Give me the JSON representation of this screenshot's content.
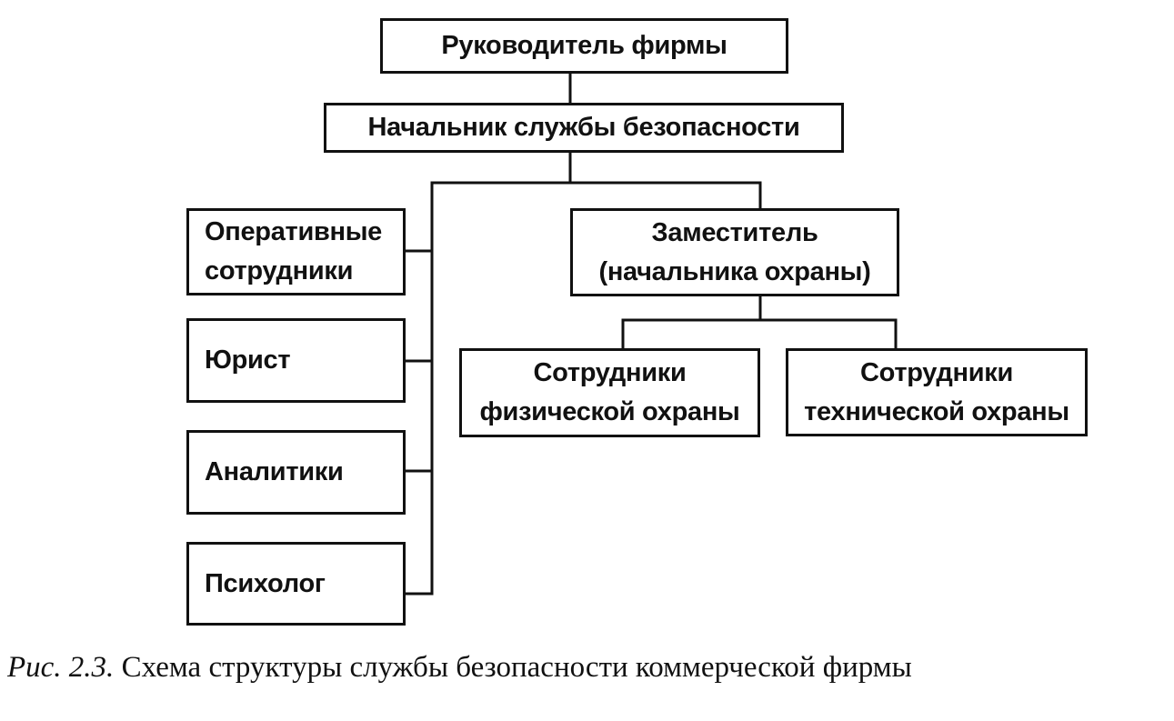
{
  "nodes": {
    "head": {
      "line1": "Руководитель фирмы"
    },
    "security_chief": {
      "line1": "Начальник службы безопасности"
    },
    "operatives": {
      "line1": "Оперативные",
      "line2": "сотрудники"
    },
    "lawyer": {
      "line1": "Юрист"
    },
    "analysts": {
      "line1": "Аналитики"
    },
    "psychologist": {
      "line1": "Психолог"
    },
    "deputy": {
      "line1": "Заместитель",
      "line2": "(начальника охраны)"
    },
    "physical_guard": {
      "line1": "Сотрудники",
      "line2": "физической охраны"
    },
    "technical_guard": {
      "line1": "Сотрудники",
      "line2": "технической охраны"
    }
  },
  "caption": {
    "label": "Рис. 2.3.",
    "text": "Схема структуры службы безопасности коммерческой фирмы"
  }
}
